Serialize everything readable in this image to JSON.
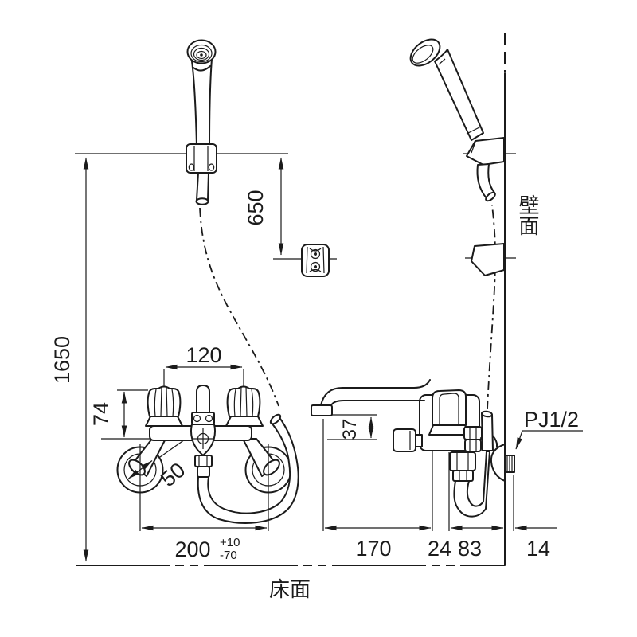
{
  "drawing": {
    "title": "wall-mount shower mixer installation dimensions",
    "labels": {
      "wall_surface": "壁面",
      "floor_surface": "床面",
      "connection_thread": "PJ1/2"
    },
    "dimensions": {
      "floor_to_holder": "1650",
      "holder_to_bracket": "650",
      "handle_pitch": "120",
      "handle_height": "74",
      "flange_diameter": "50",
      "supply_pitch": "200",
      "supply_pitch_tol_upper": "+10",
      "supply_pitch_tol_lower": "-70",
      "spout_drop": "37",
      "spout_reach": "170",
      "handle_offset": "24",
      "body_to_wall": "83",
      "thread_projection": "14"
    },
    "colors": {
      "line": "#1b1b1b",
      "background": "#ffffff"
    }
  }
}
